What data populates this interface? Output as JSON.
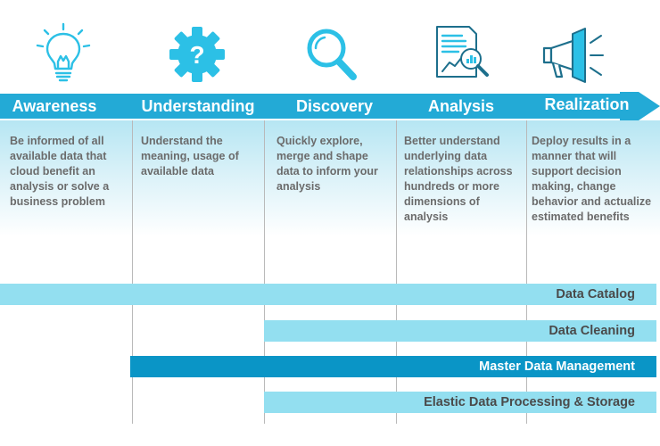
{
  "stages": [
    {
      "name": "Awareness",
      "icon": "lightbulb-icon",
      "description": "Be informed of all available data that cloud benefit an analysis or solve a business problem"
    },
    {
      "name": "Understanding",
      "icon": "gear-question-icon",
      "description": "Understand the meaning, usage of available data"
    },
    {
      "name": "Discovery",
      "icon": "magnifier-icon",
      "description": "Quickly explore, merge and shape data to inform your analysis"
    },
    {
      "name": "Analysis",
      "icon": "report-chart-icon",
      "description": "Better understand underlying data relationships across hundreds or more dimensions of analysis"
    },
    {
      "name": "Realization",
      "icon": "megaphone-icon",
      "description": "Deploy results in a manner that will support decision making, change behavior and actualize estimated benefits"
    }
  ],
  "capabilities": [
    {
      "label": "Data Catalog",
      "style": "light"
    },
    {
      "label": "Data Cleaning",
      "style": "light"
    },
    {
      "label": "Master Data Management",
      "style": "dark"
    },
    {
      "label": "Elastic Data Processing & Storage",
      "style": "light"
    }
  ],
  "colors": {
    "accent": "#23aad6",
    "light_bar": "#93dff0",
    "dark_bar": "#0a95c6",
    "text_gray": "#6b6b6b"
  }
}
